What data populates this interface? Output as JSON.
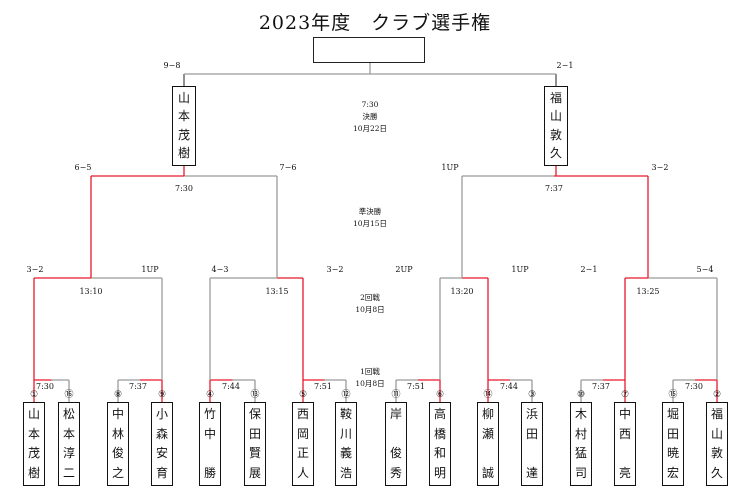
{
  "title": "2023年度　クラブ選手権",
  "final": {
    "time": "7:30",
    "round": "決勝",
    "date": "10月22日",
    "left_score": "9−8",
    "right_score": "2−1",
    "left_name": "山本茂樹",
    "right_name": "福山敦久"
  },
  "semis": {
    "round": "準決勝",
    "date": "10月15日",
    "left_time": "7:30",
    "right_time": "7:37",
    "scores": [
      "6−5",
      "7−6",
      "1UP",
      "3−2"
    ]
  },
  "round2": {
    "round": "2回戦",
    "date": "10月8日",
    "times": [
      "13:10",
      "13:15",
      "13:20",
      "13:25"
    ],
    "scores": [
      "3−2",
      "1UP",
      "4−3",
      "3−2",
      "2UP",
      "1UP",
      "2−1",
      "5−4"
    ]
  },
  "round1": {
    "round": "1回戦",
    "date": "10月8日",
    "times": [
      "7:30",
      "7:37",
      "7:44",
      "7:51",
      "7:51",
      "7:44",
      "7:37",
      "7:30"
    ]
  },
  "players": [
    {
      "seed": "①",
      "name": "山本茂樹"
    },
    {
      "seed": "⑯",
      "name": "松本淳二"
    },
    {
      "seed": "⑧",
      "name": "中林俊之"
    },
    {
      "seed": "⑨",
      "name": "小森安育"
    },
    {
      "seed": "④",
      "name": "竹中　勝"
    },
    {
      "seed": "⑬",
      "name": "保田賢展"
    },
    {
      "seed": "⑤",
      "name": "西岡正人"
    },
    {
      "seed": "⑫",
      "name": "鞍川義浩"
    },
    {
      "seed": "⑪",
      "name": "岸　俊秀"
    },
    {
      "seed": "⑥",
      "name": "高橋和明"
    },
    {
      "seed": "⑭",
      "name": "柳瀬　誠"
    },
    {
      "seed": "③",
      "name": "浜田　達"
    },
    {
      "seed": "⑩",
      "name": "木村猛司"
    },
    {
      "seed": "⑦",
      "name": "中西　亮"
    },
    {
      "seed": "⑮",
      "name": "堀田暁宏"
    },
    {
      "seed": "②",
      "name": "福山敦久"
    }
  ],
  "colors": {
    "winner_line": "#e8192c",
    "loser_line": "#9a9a9a",
    "box_border": "#111111"
  }
}
